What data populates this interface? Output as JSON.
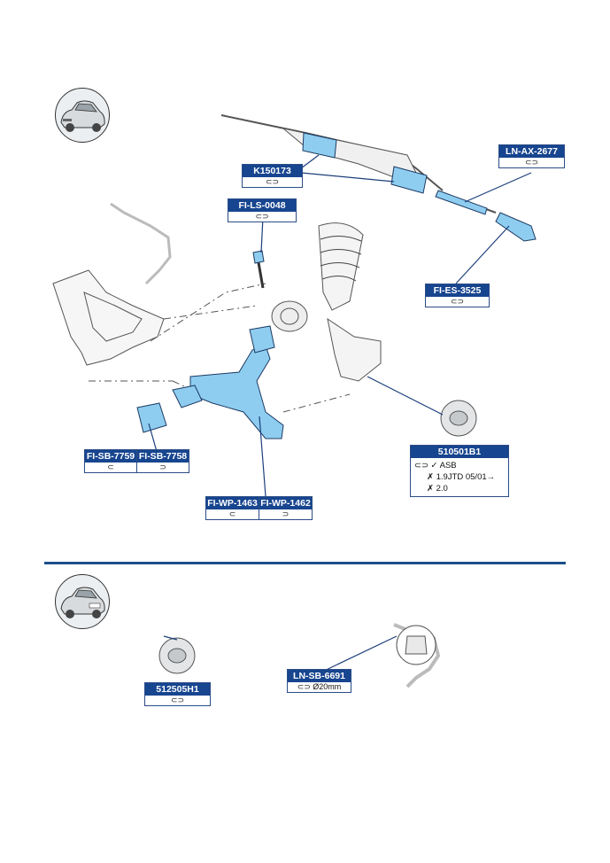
{
  "sections": {
    "front": {
      "labels": {
        "k150173": {
          "part": "K150173",
          "sides": "⊂⊃"
        },
        "ln_ax_2677": {
          "part": "LN-AX-2677",
          "sides": "⊂⊃"
        },
        "fi_ls_0048": {
          "part": "FI-LS-0048",
          "sides": "⊂⊃"
        },
        "fi_es_3525": {
          "part": "FI-ES-3525",
          "sides": "⊂⊃"
        },
        "fi_sb_7759": {
          "part": "FI-SB-7759",
          "sides": "⊂"
        },
        "fi_sb_7758": {
          "part": "FI-SB-7758",
          "sides": "⊃"
        },
        "fi_wp_1463": {
          "part": "FI-WP-1463",
          "sides": "⊂"
        },
        "fi_wp_1462": {
          "part": "FI-WP-1462",
          "sides": "⊃"
        },
        "b510501b1": {
          "part": "510501B1",
          "line1": "⊂⊃  ✓ ASB",
          "line2": "✗ 1.9JTD  05/01→",
          "line3": "✗ 2.0"
        }
      }
    },
    "rear": {
      "labels": {
        "h512505h1": {
          "part": "512505H1",
          "sides": "⊂⊃"
        },
        "ln_sb_6691": {
          "part": "LN-SB-6691",
          "sides": "⊂⊃ Ø20mm"
        }
      }
    }
  },
  "colors": {
    "label_header": "#17458f",
    "highlight": "#8ecdf0",
    "divider": "#1c4f8a"
  }
}
